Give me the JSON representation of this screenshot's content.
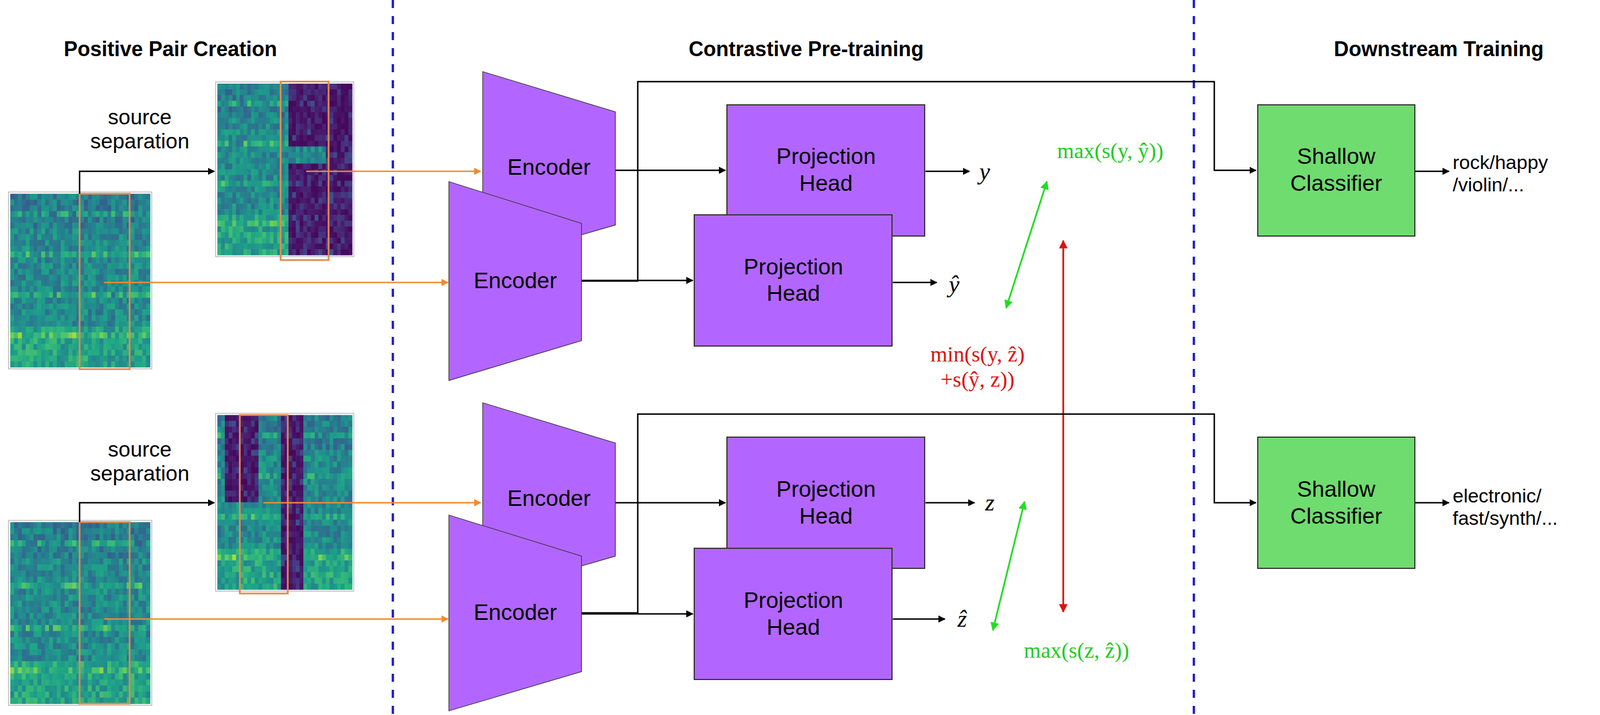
{
  "diagram": {
    "nodes": [
      {
        "text": [
          "Encoder"
        ]
      },
      {
        "text": [
          "Projection Head"
        ]
      },
      {
        "text": [
          "Encoder"
        ]
      },
      {
        "text": [
          "Projection Head"
        ]
      },
      {
        "text": [
          "Shallow Classifier"
        ]
      },
      {
        "text": [
          "Encoder"
        ]
      },
      {
        "text": [
          "Projection Head"
        ]
      },
      {
        "text": [
          "Encoder"
        ]
      },
      {
        "text": [
          "Projection Head"
        ]
      },
      {
        "text": [
          "Shallow Classifier"
        ]
      }
    ],
    "edges": [
      {
        "from": 0,
        "to": 1,
        "arrow": "to"
      },
      {
        "from": 2,
        "to": 3,
        "arrow": "to"
      },
      {
        "from": 2,
        "to": 4,
        "arrow": "to"
      },
      {
        "from": 5,
        "to": 6,
        "arrow": "to"
      },
      {
        "from": 7,
        "to": 8,
        "arrow": "to"
      },
      {
        "from": 7,
        "to": 9,
        "arrow": "to"
      }
    ],
    "labels": [
      "Positive Pair Creation",
      "Contrastive Pre-training",
      "Downstream Training",
      "source separation",
      "source separation",
      "y",
      "ŷ",
      "z",
      "ẑ",
      "max(s(y, ŷ))",
      "min(s(y, ẑ) +s(ŷ, z))",
      "max(s(z, ẑ))",
      "rock/happy /violin/...",
      "electronic/ fast/synth/..."
    ]
  }
}
